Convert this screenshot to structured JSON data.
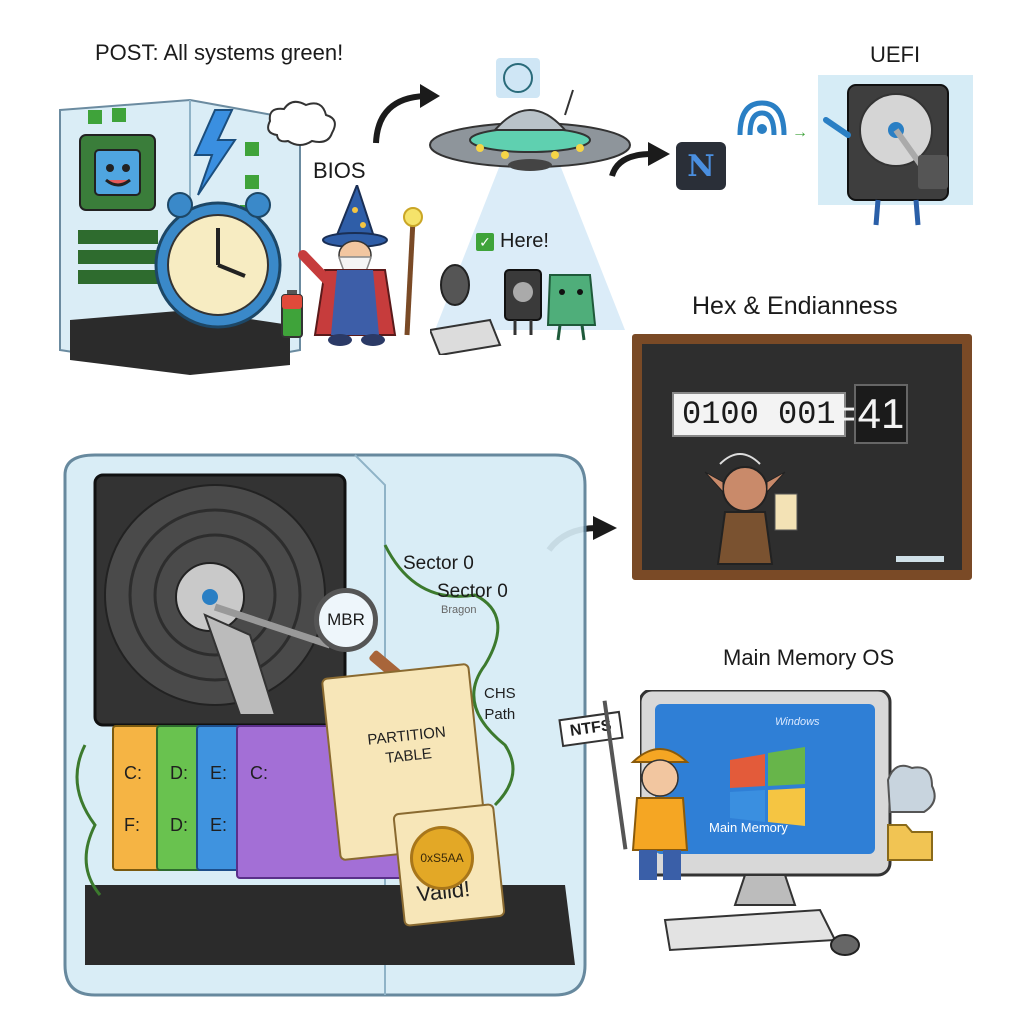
{
  "captions": {
    "post": "POST: All systems green!",
    "bios": "BIOS",
    "here": "Here!",
    "uefi": "UEFI",
    "hex_title": "Hex & Endianness",
    "main_memory_os": "Main Memory OS"
  },
  "chalkboard": {
    "binary": "0100 001",
    "equals": "=",
    "hex_value": "41"
  },
  "disk": {
    "sector0_a": "Sector 0",
    "sector0_b": "Sector 0",
    "sector0_c": "Bragon",
    "magnifier_label": "MBR",
    "chs_line1": "CHS",
    "chs_line2": "Path",
    "partition_line1": "PARTITION",
    "partition_line2": "TABLE",
    "seal": "0xS5AA",
    "valid": "Valid!",
    "partitions": [
      {
        "top": "C:",
        "bottom": "F:",
        "color": "#f5b444"
      },
      {
        "top": "D:",
        "bottom": "D:",
        "color": "#69c24f"
      },
      {
        "top": "E:",
        "bottom": "E:",
        "color": "#3f93df"
      },
      {
        "top": "C:",
        "bottom": "",
        "color": "#a36fd6"
      }
    ]
  },
  "monitor": {
    "flag": "NTFS",
    "screen_top": "Windows",
    "screen_label": "Main Memory"
  },
  "ufo_logo": "N",
  "colors": {
    "glass": "#d6ecf6",
    "check_green": "#3fa33a",
    "chalkboard": "#2e2e2e",
    "frame": "#7a4a26",
    "screen_blue": "#2f7fd6"
  }
}
